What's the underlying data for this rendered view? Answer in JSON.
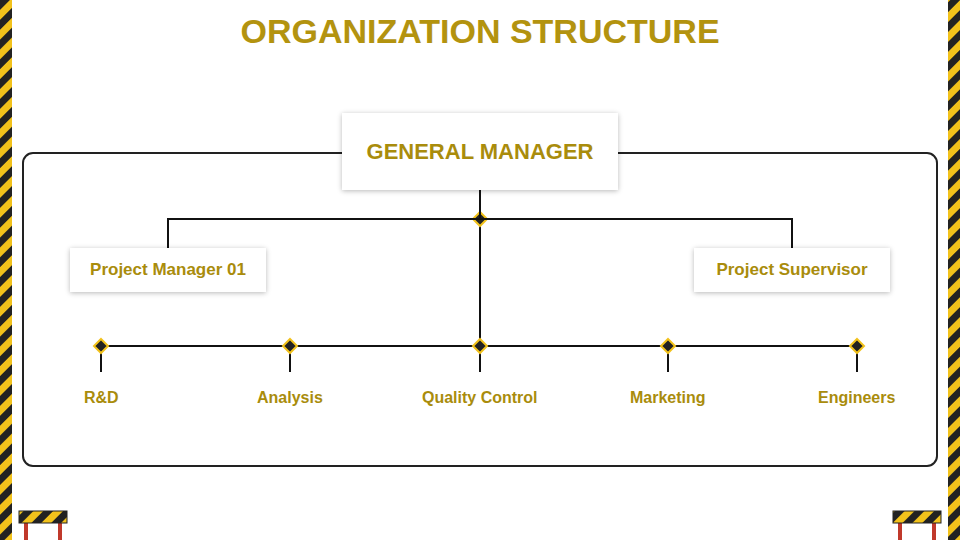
{
  "diagram": {
    "title": "ORGANIZATION STRUCTURE",
    "nodes": [
      {
        "text": [
          "GENERAL MANAGER"
        ]
      },
      {
        "text": [
          "Project Manager 01"
        ]
      },
      {
        "text": [
          "Project Supervisor"
        ]
      }
    ],
    "edges": [
      {
        "from": 0,
        "to": 1,
        "arrow": "none"
      },
      {
        "from": 0,
        "to": 2,
        "arrow": "none"
      }
    ],
    "labels": [
      "R&D",
      "Analysis",
      "Quality Control",
      "Marketing",
      "Engineers"
    ]
  }
}
